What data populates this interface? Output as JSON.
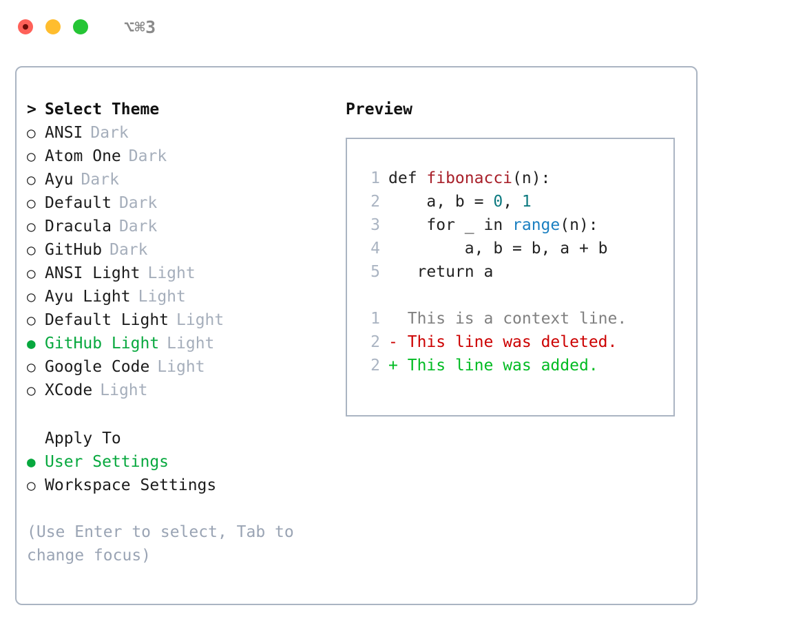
{
  "titlebar": {
    "shortcut": "⌥⌘3",
    "lights": [
      "close-red",
      "minimize-yellow",
      "maximize-green"
    ]
  },
  "theme_list": {
    "header": {
      "caret": ">",
      "label": "Select Theme"
    },
    "markers": {
      "selected": "●",
      "unselected": "○"
    },
    "items": [
      {
        "marker": "○",
        "label": "ANSI",
        "suffix": "Dark",
        "selected": false
      },
      {
        "marker": "○",
        "label": "Atom One",
        "suffix": "Dark",
        "selected": false
      },
      {
        "marker": "○",
        "label": "Ayu",
        "suffix": "Dark",
        "selected": false
      },
      {
        "marker": "○",
        "label": "Default",
        "suffix": "Dark",
        "selected": false
      },
      {
        "marker": "○",
        "label": "Dracula",
        "suffix": "Dark",
        "selected": false
      },
      {
        "marker": "○",
        "label": "GitHub",
        "suffix": "Dark",
        "selected": false
      },
      {
        "marker": "○",
        "label": "ANSI Light",
        "suffix": "Light",
        "selected": false
      },
      {
        "marker": "○",
        "label": "Ayu Light",
        "suffix": "Light",
        "selected": false
      },
      {
        "marker": "○",
        "label": "Default Light",
        "suffix": "Light",
        "selected": false
      },
      {
        "marker": "●",
        "label": "GitHub Light",
        "suffix": "Light",
        "selected": true
      },
      {
        "marker": "○",
        "label": "Google Code",
        "suffix": "Light",
        "selected": false
      },
      {
        "marker": "○",
        "label": "XCode",
        "suffix": "Light",
        "selected": false
      }
    ]
  },
  "apply_to": {
    "header": "Apply To",
    "items": [
      {
        "marker": "●",
        "label": "User Settings",
        "selected": true
      },
      {
        "marker": "○",
        "label": "Workspace Settings",
        "selected": false
      }
    ]
  },
  "hint": "(Use Enter to select, Tab to change focus)",
  "preview": {
    "title": "Preview",
    "code_lines": [
      {
        "no": "1",
        "tokens": [
          {
            "text": "def ",
            "kind": "plain"
          },
          {
            "text": "fibonacci",
            "kind": "fn"
          },
          {
            "text": "(n):",
            "kind": "plain"
          }
        ]
      },
      {
        "no": "2",
        "tokens": [
          {
            "text": "    a, b = ",
            "kind": "plain"
          },
          {
            "text": "0",
            "kind": "num"
          },
          {
            "text": ", ",
            "kind": "plain"
          },
          {
            "text": "1",
            "kind": "num"
          }
        ]
      },
      {
        "no": "3",
        "tokens": [
          {
            "text": "    for _ in ",
            "kind": "plain"
          },
          {
            "text": "range",
            "kind": "call"
          },
          {
            "text": "(n):",
            "kind": "plain"
          }
        ]
      },
      {
        "no": "4",
        "tokens": [
          {
            "text": "        a, b = b, a + b",
            "kind": "plain"
          }
        ]
      },
      {
        "no": "5",
        "tokens": [
          {
            "text": "   return a",
            "kind": "plain"
          }
        ]
      }
    ],
    "diff_lines": [
      {
        "no": "1",
        "sign": " ",
        "text": "This is a context line.",
        "kind": "ctx"
      },
      {
        "no": "2",
        "sign": "-",
        "text": "This line was deleted.",
        "kind": "del"
      },
      {
        "no": "2",
        "sign": "+",
        "text": "This line was added.",
        "kind": "add"
      }
    ]
  },
  "colors": {
    "accent_green": "#07a83e",
    "diff_add": "#00bb22",
    "diff_del": "#cc0000",
    "muted": "#a5aebb",
    "border": "#aab4c2",
    "fn": "#a8202a",
    "num": "#0d7a80",
    "call": "#1a7fc1"
  }
}
